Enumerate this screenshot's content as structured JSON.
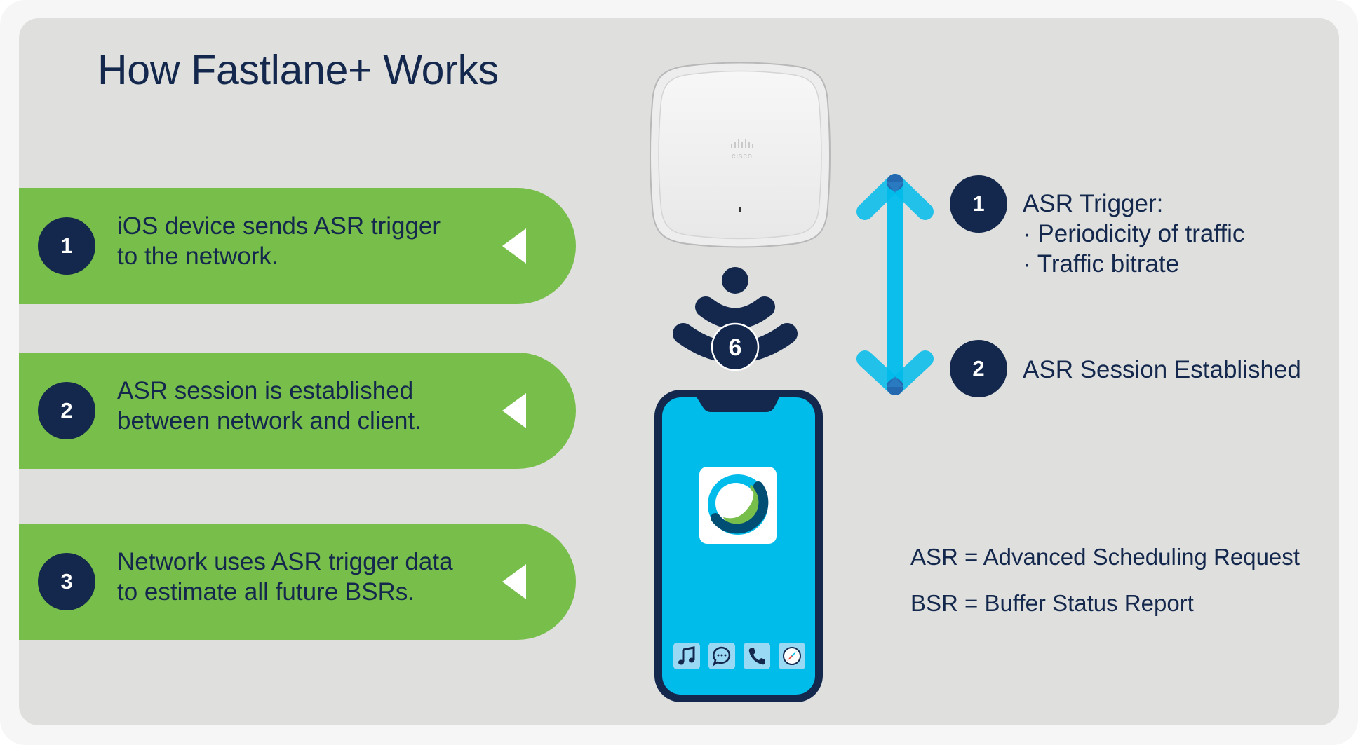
{
  "title": "How Fastlane+ Works",
  "steps": [
    {
      "number": "1",
      "text": "iOS device sends ASR trigger\nto the network."
    },
    {
      "number": "2",
      "text": "ASR session is established\nbetween network and client."
    },
    {
      "number": "3",
      "text": "Network uses ASR trigger data\nto estimate all future BSRs."
    }
  ],
  "access_point": {
    "brand": "cisco"
  },
  "wifi_badge": "6",
  "right_steps": [
    {
      "number": "1",
      "heading": "ASR Trigger:",
      "bullets": [
        "Periodicity of traffic",
        "Traffic bitrate"
      ]
    },
    {
      "number": "2",
      "heading": "ASR Session Established"
    }
  ],
  "bullet_char": "·",
  "legend": [
    "ASR = Advanced Scheduling Request",
    "BSR = Buffer Status Report"
  ],
  "phone": {
    "app_icon": "webex-icon",
    "dock_icons": [
      "music-icon",
      "messages-icon",
      "phone-icon",
      "safari-compass-icon"
    ]
  },
  "colors": {
    "navy": "#13284C",
    "green": "#78BE4B",
    "cyan": "#00BCEB",
    "arrow_overlap": "#2468B0",
    "panel": "#DFDFDE"
  }
}
